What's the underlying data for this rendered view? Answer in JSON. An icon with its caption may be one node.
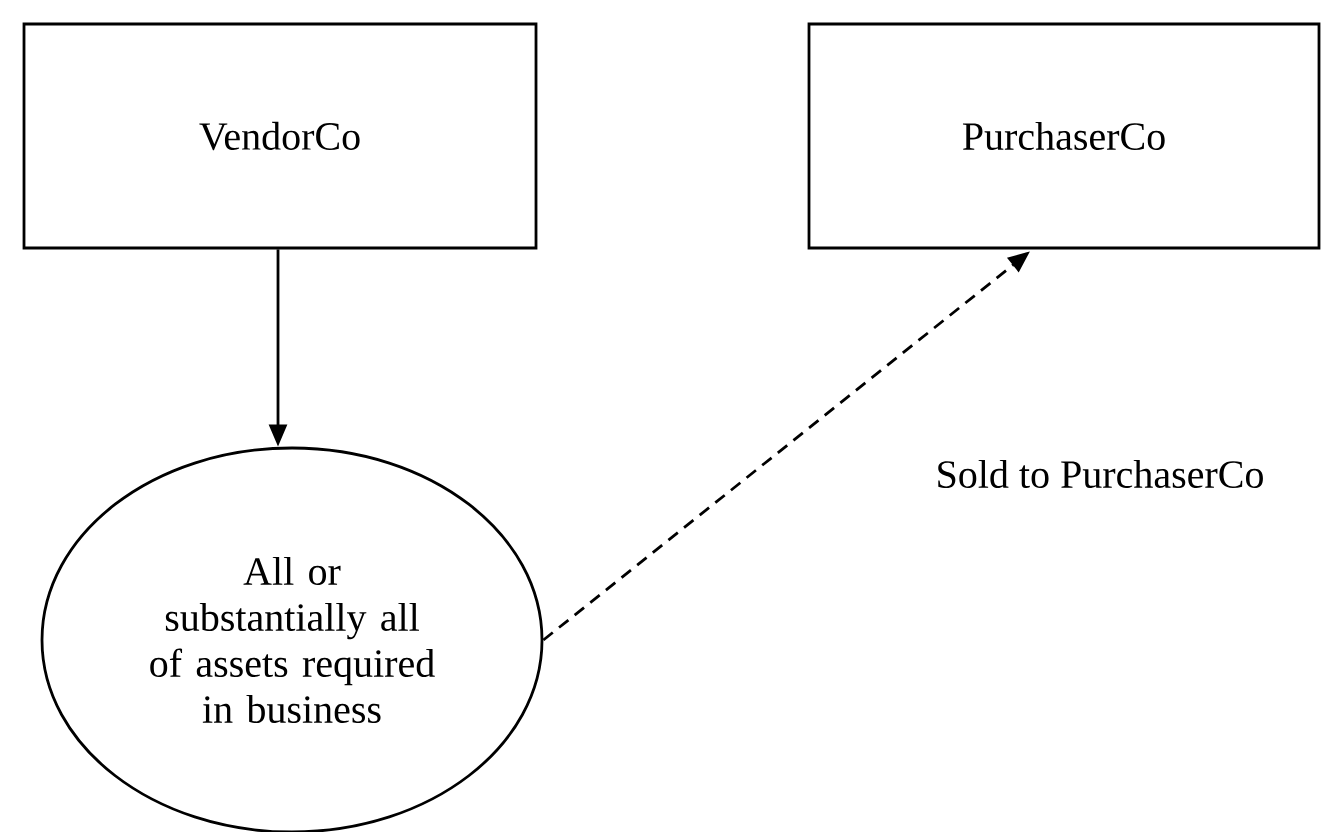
{
  "diagram": {
    "nodes": [
      {
        "text": [
          "VendorCo"
        ]
      },
      {
        "text": [
          "PurchaserCo"
        ]
      },
      {
        "text": [
          "All or substantially all of assets required in business"
        ]
      }
    ],
    "edges": [
      {
        "from": 0,
        "to": 2,
        "arrow": "to"
      },
      {
        "from": 2,
        "to": 1,
        "arrow": "to",
        "style": "dashed",
        "label": "Sold to PurchaserCo"
      }
    ]
  }
}
